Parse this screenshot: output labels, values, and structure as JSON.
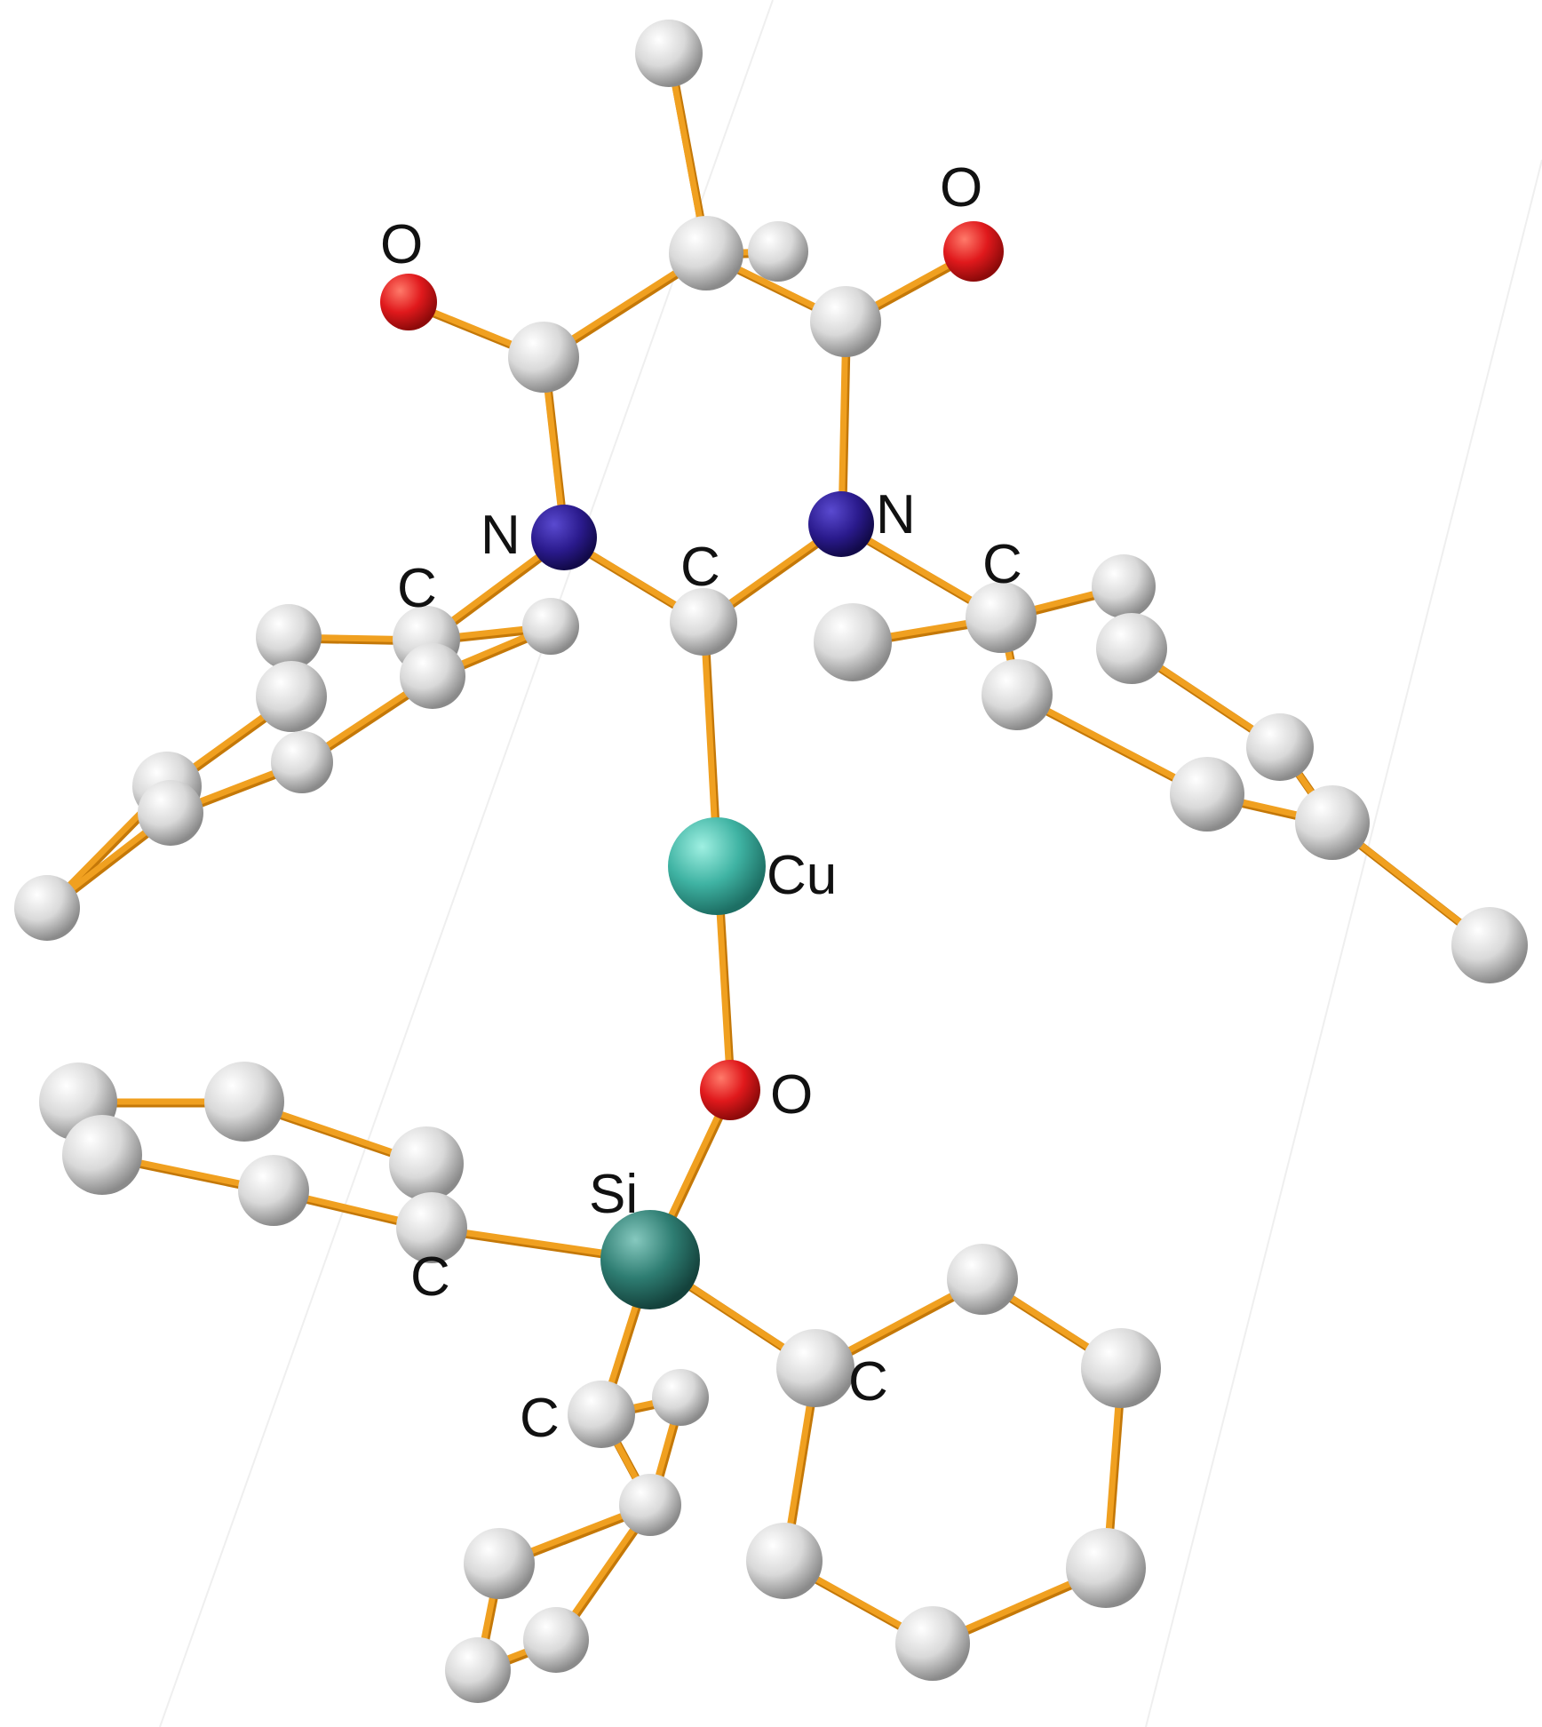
{
  "diagram": {
    "type": "molecular-structure",
    "colors": {
      "bond": "#f0a020",
      "bond_shadow": "#c47808",
      "carbon": "#dcdcdc",
      "nitrogen": "#2a1a8c",
      "oxygen": "#e0191c",
      "copper": "#3fb3a3",
      "silicon": "#2e7d72"
    },
    "labels": {
      "o_left": "O",
      "o_right": "O",
      "n_left": "N",
      "n_right": "N",
      "c_carbene": "C",
      "c_ipso_left": "C",
      "c_ipso_right": "C",
      "cu": "Cu",
      "o_bridge": "O",
      "si": "Si",
      "c_si_left": "C",
      "c_si_right": "C",
      "c_si_bottom": "C"
    }
  }
}
